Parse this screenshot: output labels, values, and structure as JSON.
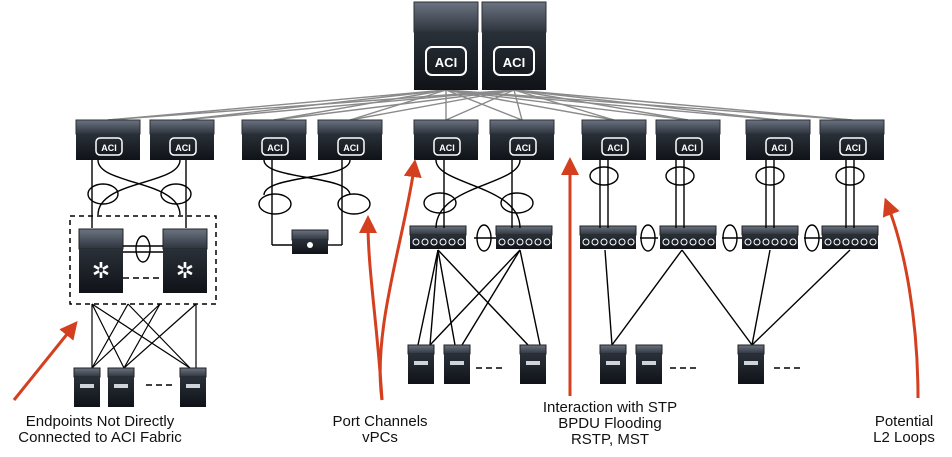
{
  "spine_logo": "ACI",
  "leaf_logo": "ACI",
  "captions": {
    "endpoints": [
      "Endpoints Not Directly",
      "Connected to ACI Fabric"
    ],
    "portchannels": [
      "Port Channels",
      "vPCs"
    ],
    "stp": [
      "Interaction with STP",
      "BPDU Flooding",
      "RSTP,  MST"
    ],
    "loops": [
      "Potential",
      "L2 Loops"
    ]
  },
  "colors": {
    "device": "#1a1f26",
    "device_top": "#4a5260",
    "accent_arrow": "#d4401f",
    "link": "#8a8a8a"
  },
  "icons": [
    "aci-spine-switch-icon",
    "aci-leaf-switch-icon",
    "fabric-extender-icon",
    "nexus-switch-icon",
    "server-icon",
    "firewall-appliance-icon"
  ]
}
